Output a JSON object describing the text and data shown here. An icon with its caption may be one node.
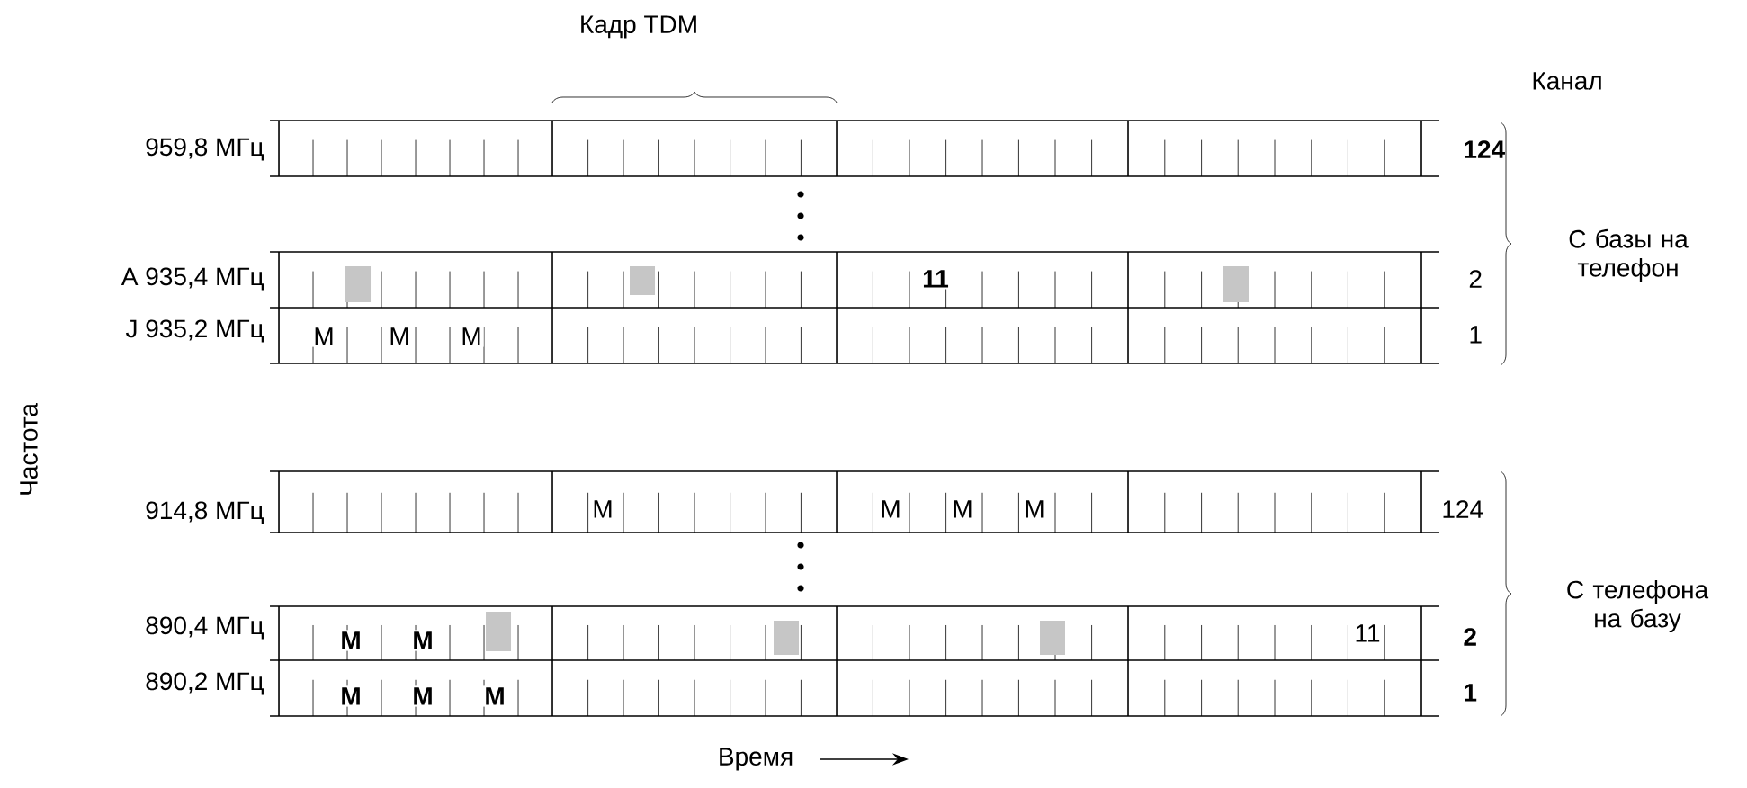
{
  "diagram": {
    "labels": [
      "Кадр TDM",
      "Канал",
      "959,8 МГц",
      "124",
      "A 935,4 МГц",
      "11",
      "2",
      "С базы на телефон",
      "J 935,2 МГц",
      "M",
      "M",
      "M",
      "1",
      "Частота",
      "914,8 МГц",
      "M",
      "M",
      "M",
      "M",
      "124",
      "С телефона на базу",
      "890,4 МГц",
      "M",
      "M",
      "11",
      "2",
      "890,2 МГц",
      "M",
      "M",
      "M",
      "1",
      "Время"
    ]
  }
}
